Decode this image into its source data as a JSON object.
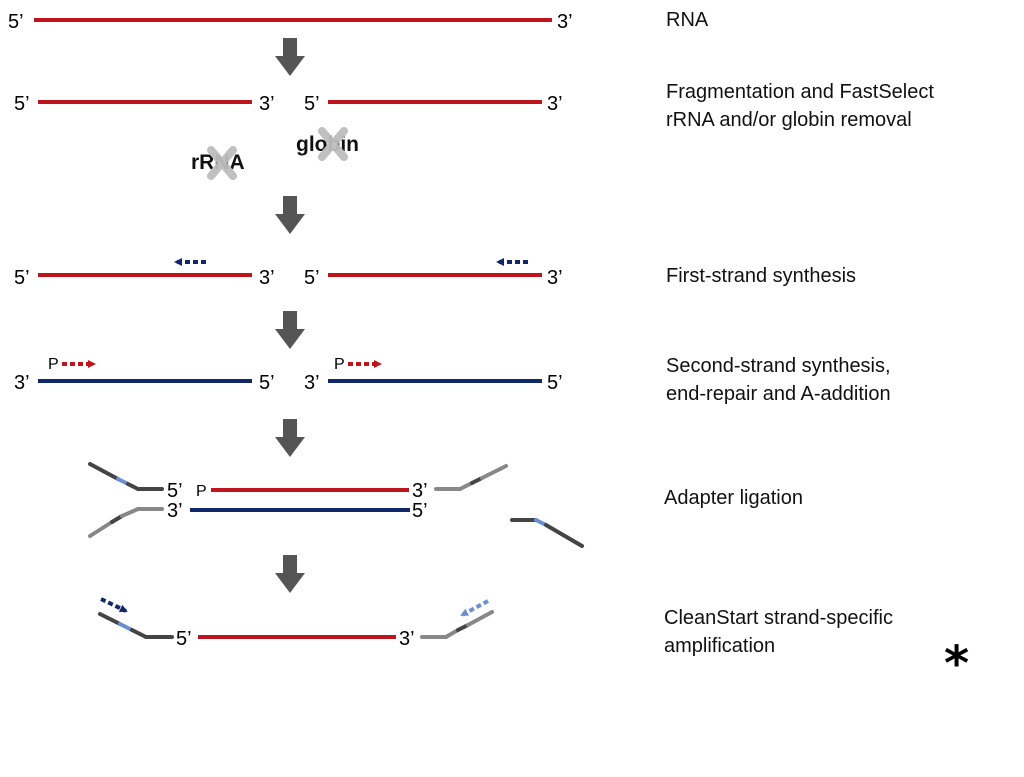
{
  "end_labels": {
    "five": "5’",
    "three": "3’"
  },
  "phosphate": "P",
  "removed": {
    "rrna": "rRNA",
    "globin": "globin"
  },
  "steps": {
    "rna": "RNA",
    "fragmentation": [
      "Fragmentation and FastSelect",
      "rRNA and/or globin removal"
    ],
    "first_strand": "First-strand synthesis",
    "second_strand": [
      "Second-strand synthesis,",
      "end-repair and A-addition"
    ],
    "adapter": "Adapter ligation",
    "cleanstart": [
      "CleanStart strand-specific",
      "amplification"
    ]
  },
  "asterisk": "*",
  "colors": {
    "rna_strand": "#c0141c",
    "cdna_strand": "#10286a",
    "arrow_down": "#555555",
    "adapter_dark": "#444444",
    "adapter_light": "#888888",
    "adapter_blue": "#6b8fd0",
    "cross": "#bdbdbd"
  }
}
